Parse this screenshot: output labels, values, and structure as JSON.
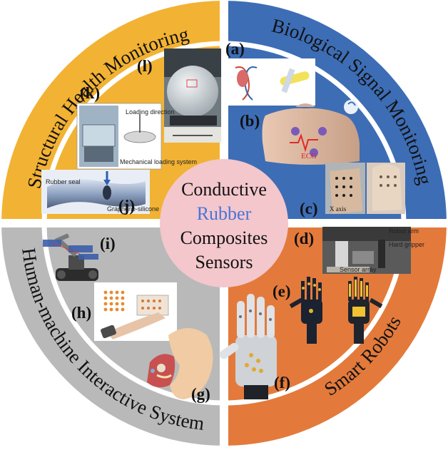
{
  "center": {
    "line1": "Conductive",
    "line2": "Rubber",
    "line3": "Composites",
    "line4": "Sensors"
  },
  "quadrants": {
    "top_left": {
      "title": "Structural Health Monitoring",
      "color": "#F2B233"
    },
    "top_right": {
      "title": "Biological Signal Monitoring",
      "color": "#3D6DB5"
    },
    "bottom_left": {
      "title": "Human-machine Interactive System",
      "color": "#B9B9B9"
    },
    "bottom_right": {
      "title": "Smart Robots",
      "color": "#E37A3B"
    }
  },
  "panel_labels": {
    "a": "(a)",
    "b": "(b)",
    "c": "(c)",
    "d": "(d)",
    "e": "(e)",
    "f": "(f)",
    "g": "(g)",
    "h": "(h)",
    "i": "(i)",
    "j": "(j)",
    "k": "(k)",
    "l": "(l)"
  },
  "image_texts": {
    "ecg": "ECG",
    "x_axis": "X axis",
    "mechanical_loading": "Mechanical loading system",
    "loading_direction": "Loading direction",
    "rubber_seal": "Rubber seal",
    "graphene": "Graphene-silicone",
    "sensor_array": "Sensor array",
    "robot_arm": "Robot arm",
    "hard_gripper": "Hard gripper"
  },
  "colors": {
    "center_fill": "#F3C7CC",
    "rubber_accent": "#4A74D9",
    "divider": "#ffffff"
  }
}
